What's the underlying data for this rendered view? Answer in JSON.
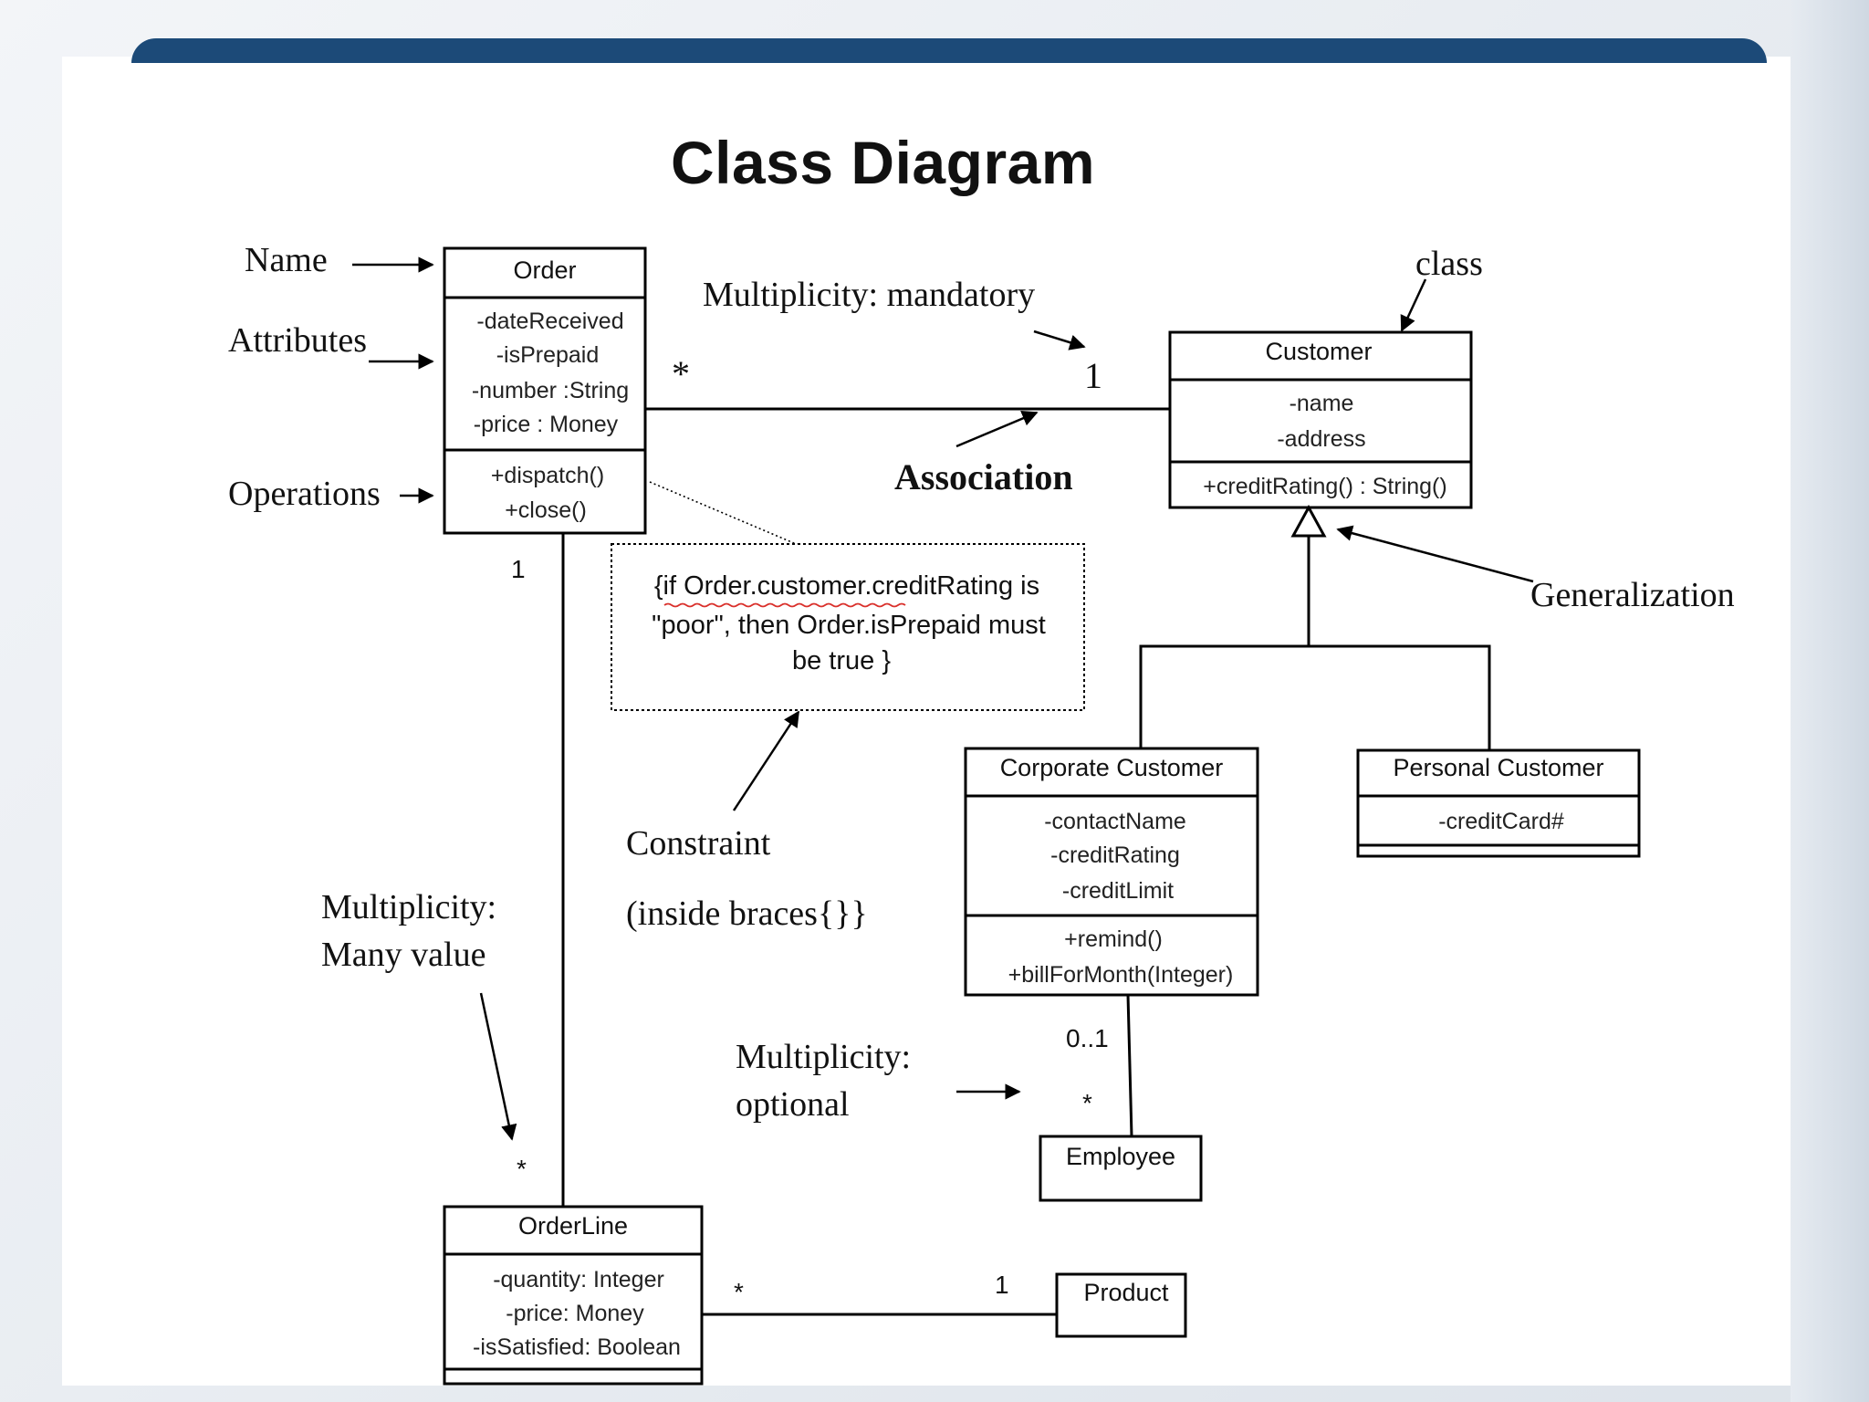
{
  "title": "Class Diagram",
  "classes": {
    "order": {
      "name": "Order",
      "attributes": [
        "-dateReceived",
        "-isPrepaid",
        "-number :String",
        "-price : Money"
      ],
      "operations": [
        "+dispatch()",
        "+close()"
      ]
    },
    "customer": {
      "name": "Customer",
      "attributes": [
        "-name",
        "-address"
      ],
      "operations": [
        "+creditRating() : String()"
      ]
    },
    "corporate_customer": {
      "name": "Corporate Customer",
      "attributes": [
        "-contactName",
        "-creditRating",
        "-creditLimit"
      ],
      "operations": [
        "+remind()",
        "+billForMonth(Integer)"
      ]
    },
    "personal_customer": {
      "name": "Personal Customer",
      "attributes": [
        "-creditCard#"
      ]
    },
    "employee": {
      "name": "Employee"
    },
    "order_line": {
      "name": "OrderLine",
      "attributes": [
        "-quantity: Integer",
        "-price: Money",
        "-isSatisfied: Boolean"
      ]
    },
    "product": {
      "name": "Product"
    }
  },
  "constraint": {
    "lines": [
      "{if Order.customer.creditRating is",
      "\"poor\", then Order.isPrepaid must",
      "be true }"
    ]
  },
  "annotations": {
    "name": "Name",
    "attributes": "Attributes",
    "operations": "Operations",
    "multiplicity_mandatory": "Multiplicity:   mandatory",
    "class": "class",
    "association": "Association",
    "generalization": "Generalization",
    "constraint": "Constraint",
    "inside_braces": "(inside braces{}}",
    "multiplicity_many_1": "Multiplicity:",
    "multiplicity_many_2": "Many value",
    "multiplicity_optional_1": "Multiplicity:",
    "multiplicity_optional_2": "optional"
  },
  "multiplicities": {
    "order_customer_order_end": "*",
    "order_customer_customer_end": "1",
    "order_orderline_order_end": "1",
    "order_orderline_line_end": "*",
    "corporate_employee_corp_end": "0..1",
    "corporate_employee_emp_end": "*",
    "orderline_product_line_end": "*",
    "orderline_product_product_end": "1"
  }
}
